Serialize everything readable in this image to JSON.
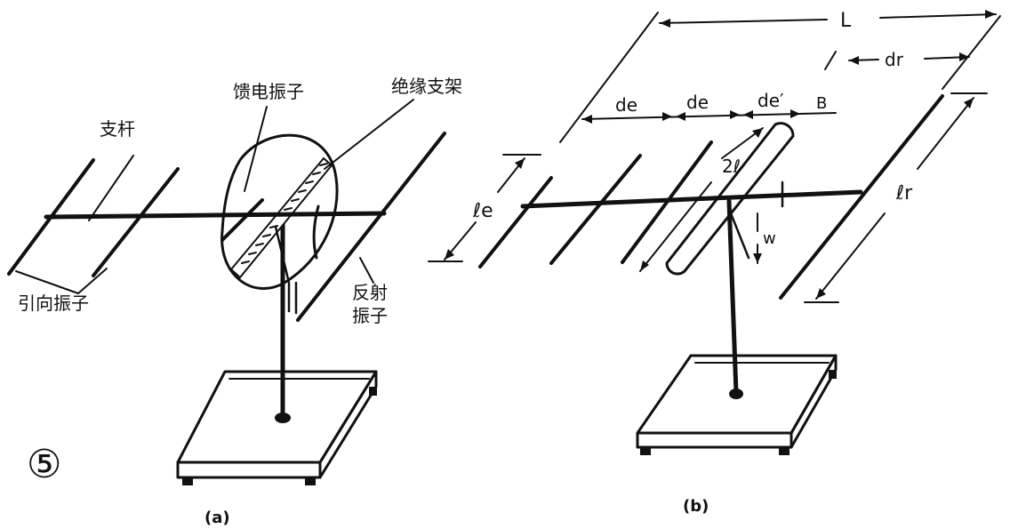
{
  "figure_number": "⑤",
  "panel_a": {
    "caption": "(a)",
    "labels": {
      "boom": "支杆",
      "driven_element": "馈电振子",
      "insulating_bracket": "绝缘支架",
      "directors": "引向振子",
      "reflector_line1": "反射",
      "reflector_line2": "振子"
    }
  },
  "panel_b": {
    "caption": "(b)",
    "labels": {
      "total_length": "L",
      "reflector_spacing": "dr",
      "director_spacing_1": "de",
      "director_spacing_2": "de",
      "driven_spacing": "de′",
      "gap": "B",
      "folded_length": "2ℓ",
      "director_length": "ℓe",
      "reflector_length": "ℓr",
      "width": "w"
    }
  }
}
